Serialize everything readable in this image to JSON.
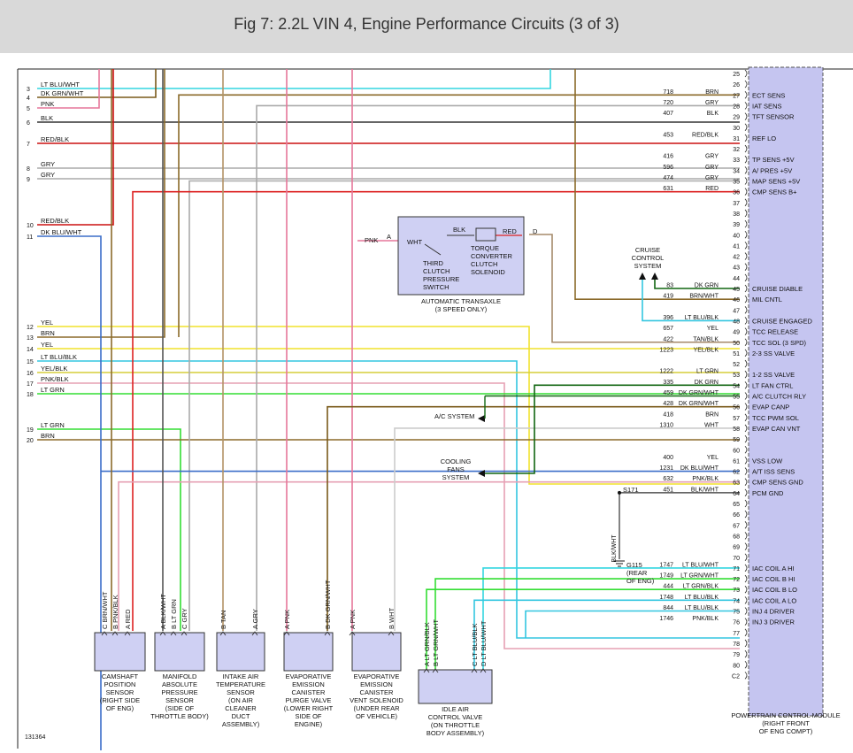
{
  "title": "Fig 7: 2.2L VIN 4, Engine Performance Circuits (3 of 3)",
  "figure_id": "131364",
  "colors": {
    "ltblu_wht": "#33d6e0",
    "dkgrn_wht": "#7a5a1a",
    "pnk": "#e6779a",
    "blk": "#333333",
    "red_blk": "#cc1111",
    "gry": "#aaaaaa",
    "dkblu_wht": "#3b6ec9",
    "yel": "#f1e22c",
    "brn": "#8b6a2a",
    "ltblu_blk": "#33c6e0",
    "yel_blk": "#d6cd3a",
    "pnk_blk": "#e6a0b4",
    "ltgrn": "#33dd33",
    "tan": "#b39366",
    "blk_wht": "#555555",
    "dkgrn": "#116611",
    "tan_blk": "#a58a6a",
    "wht": "#cccccc",
    "red": "#dd2222",
    "component_fill": "#cfd0f3",
    "connector_fill": "#c5c5f0"
  },
  "left_connector": [
    {
      "pin": "3",
      "label": "LT BLU/WHT"
    },
    {
      "pin": "4",
      "label": "DK GRN/WHT"
    },
    {
      "pin": "5",
      "label": "PNK"
    },
    {
      "pin": "6",
      "label": "BLK"
    },
    {
      "pin": "7",
      "label": "RED/BLK"
    },
    {
      "pin": "8",
      "label": "GRY"
    },
    {
      "pin": "9",
      "label": "GRY"
    },
    {
      "pin": "10",
      "label": "RED/BLK"
    },
    {
      "pin": "11",
      "label": "DK BLU/WHT"
    },
    {
      "pin": "12",
      "label": "YEL"
    },
    {
      "pin": "13",
      "label": "BRN"
    },
    {
      "pin": "14",
      "label": "YEL"
    },
    {
      "pin": "15",
      "label": "LT BLU/BLK"
    },
    {
      "pin": "16",
      "label": "YEL/BLK"
    },
    {
      "pin": "17",
      "label": "PNK/BLK"
    },
    {
      "pin": "18",
      "label": "LT GRN"
    },
    {
      "pin": "19",
      "label": "LT GRN"
    },
    {
      "pin": "20",
      "label": "BRN"
    }
  ],
  "pcm_pins": [
    {
      "pin": "25",
      "circuit": "",
      "color": "",
      "func": ""
    },
    {
      "pin": "26",
      "circuit": "",
      "color": "",
      "func": ""
    },
    {
      "pin": "27",
      "circuit": "718",
      "color": "BRN",
      "func": "ECT SENS"
    },
    {
      "pin": "28",
      "circuit": "720",
      "color": "GRY",
      "func": "IAT SENS"
    },
    {
      "pin": "29",
      "circuit": "407",
      "color": "BLK",
      "func": "TFT SENSOR"
    },
    {
      "pin": "30",
      "circuit": "",
      "color": "",
      "func": ""
    },
    {
      "pin": "31",
      "circuit": "453",
      "color": "RED/BLK",
      "func": "REF LO"
    },
    {
      "pin": "32",
      "circuit": "",
      "color": "",
      "func": ""
    },
    {
      "pin": "33",
      "circuit": "416",
      "color": "GRY",
      "func": "TP SENS +5V"
    },
    {
      "pin": "34",
      "circuit": "596",
      "color": "GRY",
      "func": "A/ PRES +5V"
    },
    {
      "pin": "35",
      "circuit": "474",
      "color": "GRY",
      "func": "MAP SENS +5V"
    },
    {
      "pin": "36",
      "circuit": "631",
      "color": "RED",
      "func": "CMP SENS B+"
    },
    {
      "pin": "37",
      "circuit": "",
      "color": "",
      "func": ""
    },
    {
      "pin": "38",
      "circuit": "",
      "color": "",
      "func": ""
    },
    {
      "pin": "39",
      "circuit": "",
      "color": "",
      "func": ""
    },
    {
      "pin": "40",
      "circuit": "",
      "color": "",
      "func": ""
    },
    {
      "pin": "41",
      "circuit": "",
      "color": "",
      "func": ""
    },
    {
      "pin": "42",
      "circuit": "",
      "color": "",
      "func": ""
    },
    {
      "pin": "43",
      "circuit": "",
      "color": "",
      "func": ""
    },
    {
      "pin": "44",
      "circuit": "",
      "color": "",
      "func": ""
    },
    {
      "pin": "45",
      "circuit": "83",
      "color": "DK GRN",
      "func": "CRUISE DIABLE"
    },
    {
      "pin": "46",
      "circuit": "419",
      "color": "BRN/WHT",
      "func": "MIL CNTL"
    },
    {
      "pin": "47",
      "circuit": "",
      "color": "",
      "func": ""
    },
    {
      "pin": "48",
      "circuit": "396",
      "color": "LT BLU/BLK",
      "func": "CRUISE ENGAGED"
    },
    {
      "pin": "49",
      "circuit": "657",
      "color": "YEL",
      "func": "TCC RELEASE"
    },
    {
      "pin": "50",
      "circuit": "422",
      "color": "TAN/BLK",
      "func": "TCC SOL (3 SPD)"
    },
    {
      "pin": "51",
      "circuit": "1223",
      "color": "YEL/BLK",
      "func": "2-3 SS VALVE"
    },
    {
      "pin": "52",
      "circuit": "",
      "color": "",
      "func": ""
    },
    {
      "pin": "53",
      "circuit": "1222",
      "color": "LT GRN",
      "func": "1-2 SS VALVE"
    },
    {
      "pin": "54",
      "circuit": "335",
      "color": "DK GRN",
      "func": "LT FAN CTRL"
    },
    {
      "pin": "55",
      "circuit": "459",
      "color": "DK GRN/WHT",
      "func": "A/C CLUTCH RLY"
    },
    {
      "pin": "56",
      "circuit": "428",
      "color": "DK GRN/WHT",
      "func": "EVAP CANP"
    },
    {
      "pin": "57",
      "circuit": "418",
      "color": "BRN",
      "func": "TCC PWM SOL"
    },
    {
      "pin": "58",
      "circuit": "1310",
      "color": "WHT",
      "func": "EVAP CAN VNT"
    },
    {
      "pin": "59",
      "circuit": "",
      "color": "",
      "func": ""
    },
    {
      "pin": "60",
      "circuit": "",
      "color": "",
      "func": ""
    },
    {
      "pin": "61",
      "circuit": "400",
      "color": "YEL",
      "func": "VSS LOW"
    },
    {
      "pin": "62",
      "circuit": "1231",
      "color": "DK BLU/WHT",
      "func": "A/T ISS SENS"
    },
    {
      "pin": "63",
      "circuit": "632",
      "color": "PNK/BLK",
      "func": "CMP SENS GND"
    },
    {
      "pin": "64",
      "circuit": "451",
      "color": "BLK/WHT",
      "func": "PCM GND"
    },
    {
      "pin": "65",
      "circuit": "",
      "color": "",
      "func": ""
    },
    {
      "pin": "66",
      "circuit": "",
      "color": "",
      "func": ""
    },
    {
      "pin": "67",
      "circuit": "",
      "color": "",
      "func": ""
    },
    {
      "pin": "68",
      "circuit": "",
      "color": "",
      "func": ""
    },
    {
      "pin": "69",
      "circuit": "",
      "color": "",
      "func": ""
    },
    {
      "pin": "70",
      "circuit": "",
      "color": "",
      "func": ""
    },
    {
      "pin": "71",
      "circuit": "1747",
      "color": "LT BLU/WHT",
      "func": "IAC COIL A HI"
    },
    {
      "pin": "72",
      "circuit": "1749",
      "color": "LT GRN/WHT",
      "func": "IAC COIL B HI"
    },
    {
      "pin": "73",
      "circuit": "444",
      "color": "LT GRN/BLK",
      "func": "IAC COIL B LO"
    },
    {
      "pin": "74",
      "circuit": "1748",
      "color": "LT BLU/BLK",
      "func": "IAC COIL A LO"
    },
    {
      "pin": "75",
      "circuit": "844",
      "color": "LT BLU/BLK",
      "func": "INJ 4 DRIVER"
    },
    {
      "pin": "76",
      "circuit": "1746",
      "color": "PNK/BLK",
      "func": "INJ 3 DRIVER"
    },
    {
      "pin": "77",
      "circuit": "",
      "color": "",
      "func": ""
    },
    {
      "pin": "78",
      "circuit": "",
      "color": "",
      "func": ""
    },
    {
      "pin": "79",
      "circuit": "",
      "color": "",
      "func": ""
    },
    {
      "pin": "80",
      "circuit": "",
      "color": "",
      "func": ""
    },
    {
      "pin": "C2",
      "circuit": "",
      "color": "",
      "func": ""
    }
  ],
  "pcm_label": [
    "POWERTRAIN CONTROL MODULE",
    "(RIGHT FRONT",
    "OF ENG COMPT)"
  ],
  "transaxle": {
    "label": [
      "AUTOMATIC TRANSAXLE",
      "(3 SPEED ONLY)"
    ],
    "pin_a": "A",
    "pin_d": "D",
    "wire_pnk": "PNK",
    "switch_wire": "WHT",
    "blk": "BLK",
    "red": "RED",
    "switch_label": [
      "THIRD",
      "CLUTCH",
      "PRESSURE",
      "SWITCH"
    ],
    "solenoid_label": [
      "TORQUE",
      "CONVERTER",
      "CLUTCH",
      "SOLENOID"
    ]
  },
  "cruise": [
    "CRUISE",
    "CONTROL",
    "SYSTEM"
  ],
  "ac_system": "A/C SYSTEM",
  "cooling": [
    "COOLING",
    "FANS",
    "SYSTEM"
  ],
  "ground": {
    "splice": "S171",
    "wire": "BLK/WHT",
    "label": [
      "G115",
      "(REAR",
      "OF ENG)"
    ]
  },
  "components": [
    {
      "pins": [
        {
          "letter": "C",
          "wire": "BRN/WHT"
        },
        {
          "letter": "B",
          "wire": "PNK/BLK"
        },
        {
          "letter": "A",
          "wire": "RED"
        }
      ],
      "label": [
        "CAMSHAFT",
        "POSITION",
        "SENSOR",
        "(RIGHT SIDE",
        "OF ENG)"
      ]
    },
    {
      "pins": [
        {
          "letter": "A",
          "wire": "BLK/WHT"
        },
        {
          "letter": "B",
          "wire": "LT GRN"
        },
        {
          "letter": "C",
          "wire": "GRY"
        }
      ],
      "label": [
        "MANIFOLD",
        "ABSOLUTE",
        "PRESSURE",
        "SENSOR",
        "(SIDE OF",
        "THROTTLE BODY)"
      ]
    },
    {
      "pins": [
        {
          "letter": "B",
          "wire": "TAN"
        },
        {
          "letter": "A",
          "wire": "GRY"
        }
      ],
      "label": [
        "INTAKE AIR",
        "TEMPERATURE",
        "SENSOR",
        "(ON AIR",
        "CLEANER",
        "DUCT",
        "ASSEMBLY)"
      ]
    },
    {
      "pins": [
        {
          "letter": "A",
          "wire": "PNK"
        },
        {
          "letter": "B",
          "wire": "DK GRN/WHT"
        }
      ],
      "label": [
        "EVAPORATIVE",
        "EMISSION",
        "CANISTER",
        "PURGE VALVE",
        "(LOWER RIGHT",
        "SIDE OF",
        "ENGINE)"
      ]
    },
    {
      "pins": [
        {
          "letter": "A",
          "wire": "PNK"
        },
        {
          "letter": "B",
          "wire": "WHT"
        }
      ],
      "label": [
        "EVAPORATIVE",
        "EMISSION",
        "CANISTER",
        "VENT SOLENOID",
        "(UNDER REAR",
        "OF VEHICLE)"
      ]
    },
    {
      "pins": [
        {
          "letter": "A",
          "wire": "LT GRN/BLK"
        },
        {
          "letter": "B",
          "wire": "LT GRN/WHT"
        },
        {
          "letter": "C",
          "wire": "LT BLU/BLK"
        },
        {
          "letter": "D",
          "wire": "LT BLU/WHT"
        }
      ],
      "label": [
        "IDLE AIR",
        "CONTROL VALVE",
        "(ON THROTTLE",
        "BODY ASSEMBLY)"
      ]
    }
  ]
}
